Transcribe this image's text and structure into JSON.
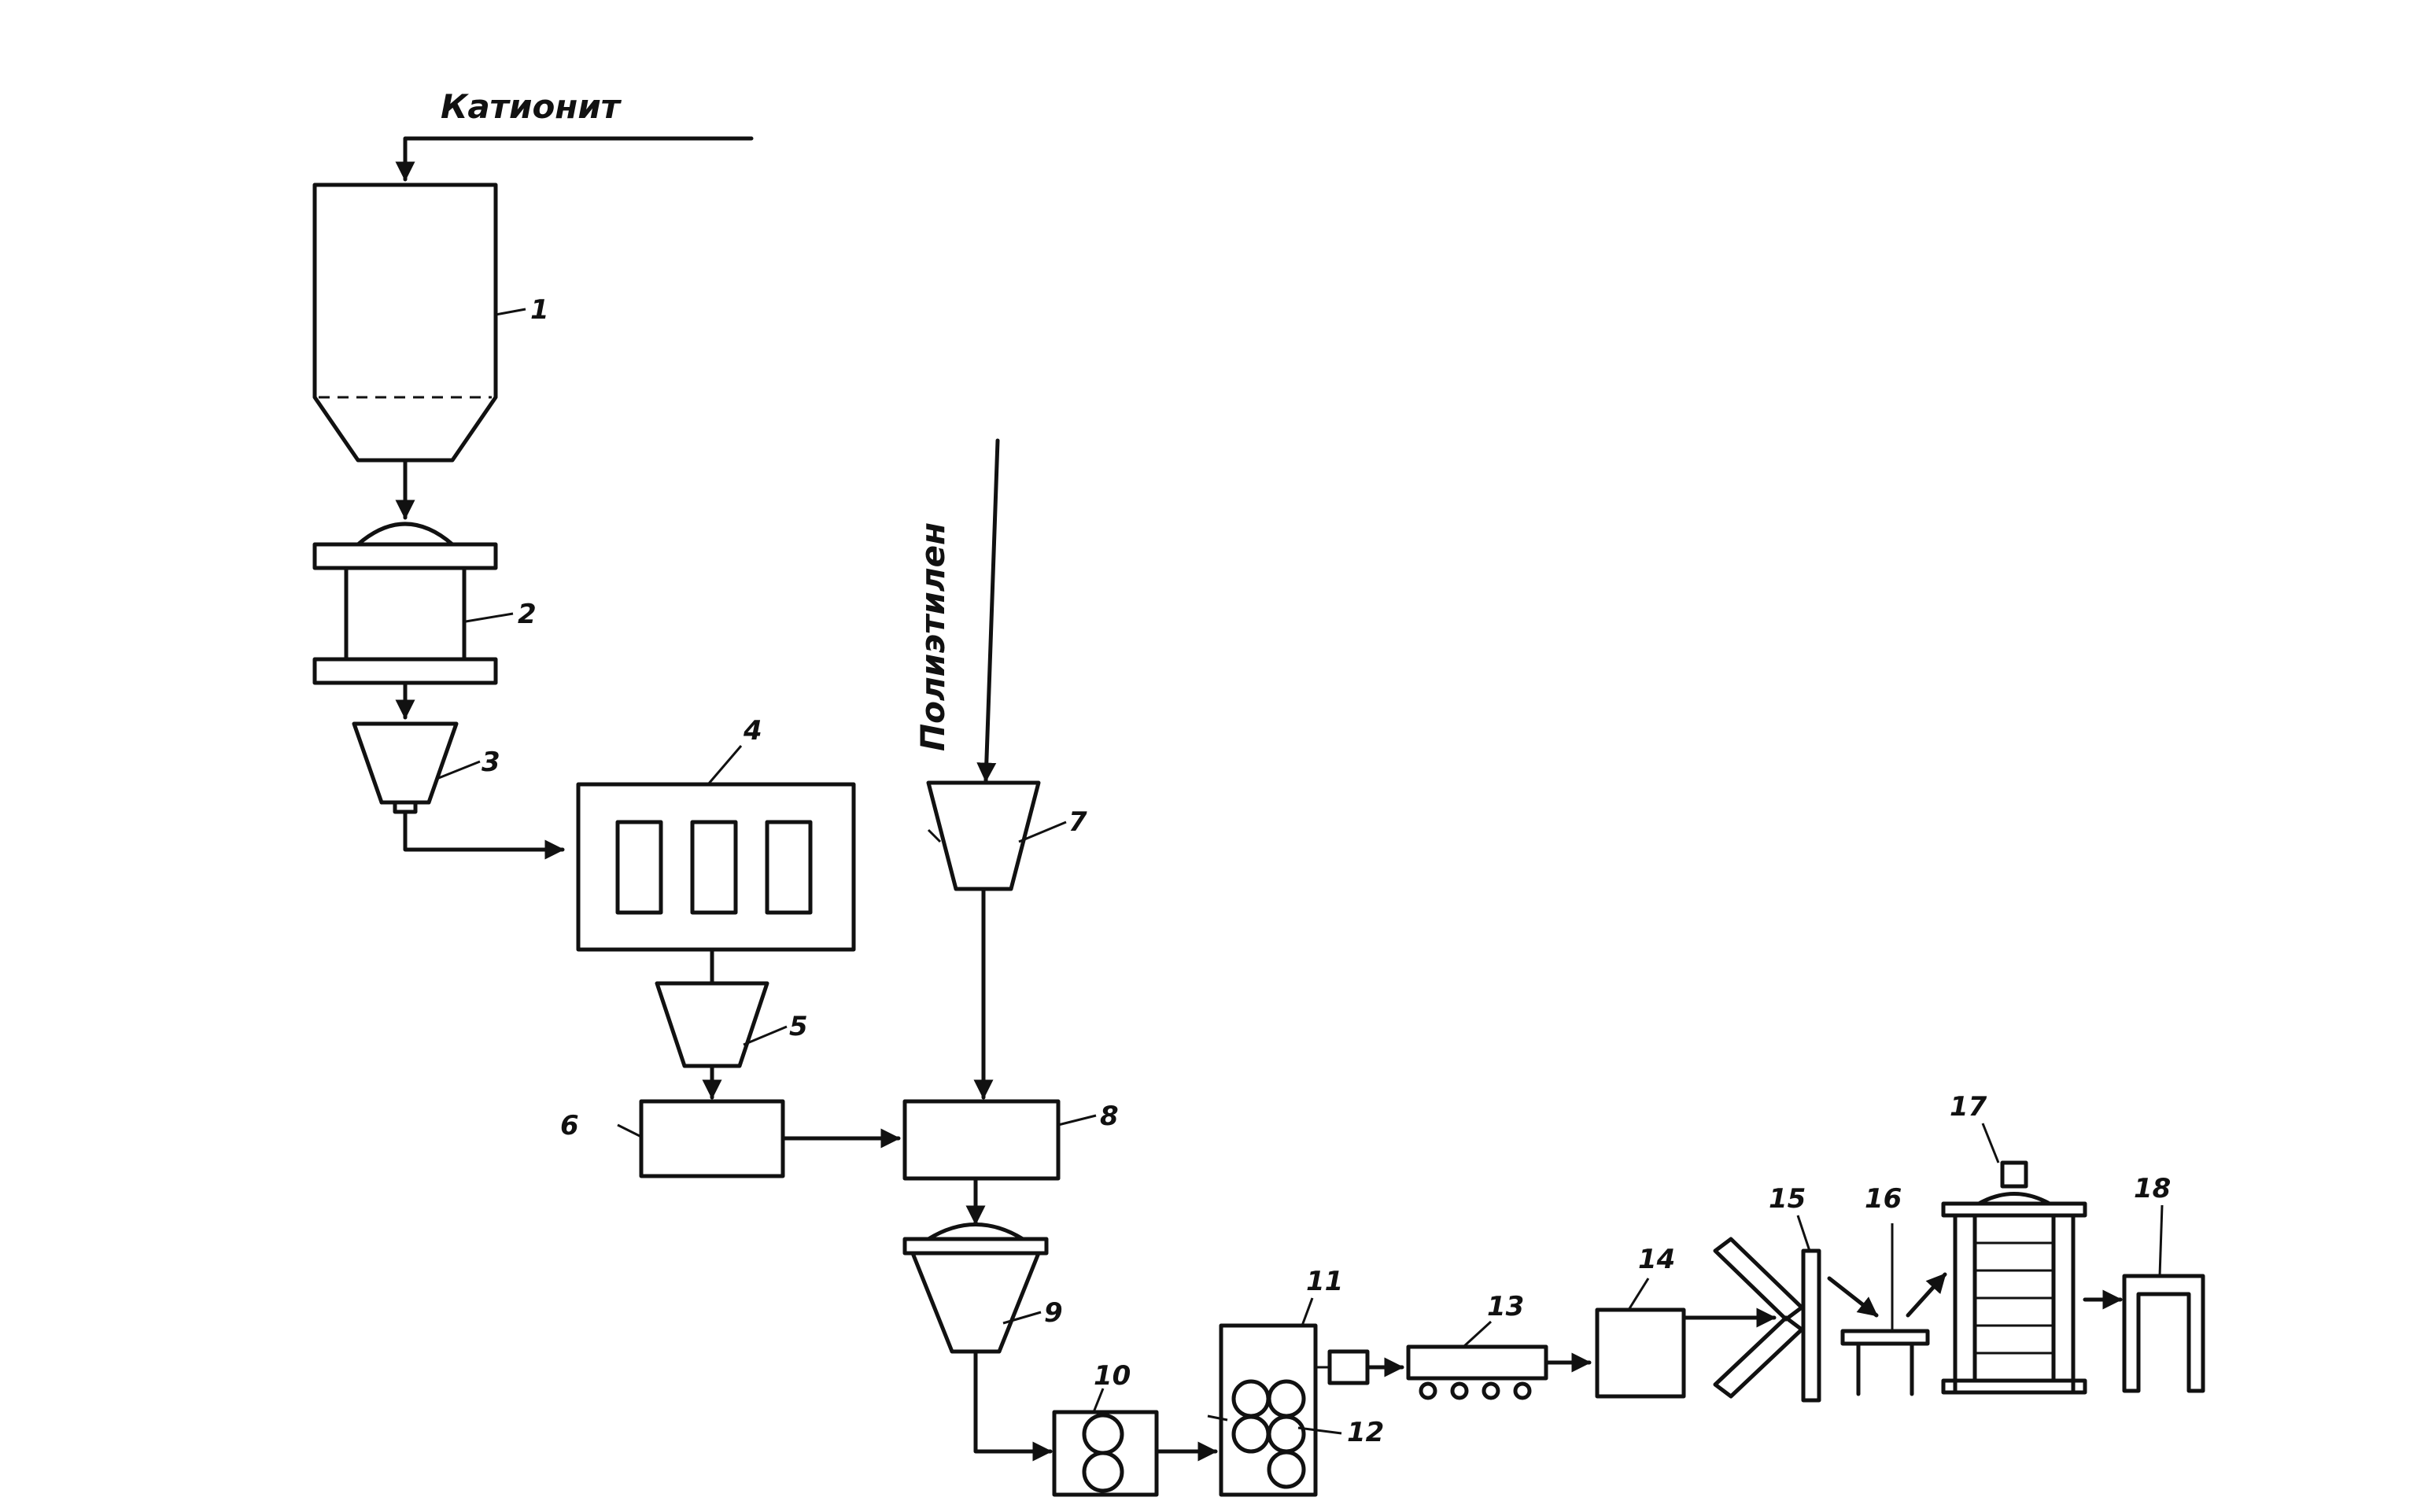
{
  "inputs": {
    "cation": "Катионит",
    "polyethylene": "Полиэтилен"
  },
  "numbers": {
    "n1": "1",
    "n2": "2",
    "n3": "3",
    "n4": "4",
    "n5": "5",
    "n6": "6",
    "n7": "7",
    "n8": "8",
    "n9": "9",
    "n10": "10",
    "n11": "11",
    "n12": "12",
    "n13": "13",
    "n14": "14",
    "n15": "15",
    "n16": "16",
    "n17": "17",
    "n18": "18"
  },
  "colors": {
    "ink": "#111111",
    "paper": "#ffffff"
  }
}
